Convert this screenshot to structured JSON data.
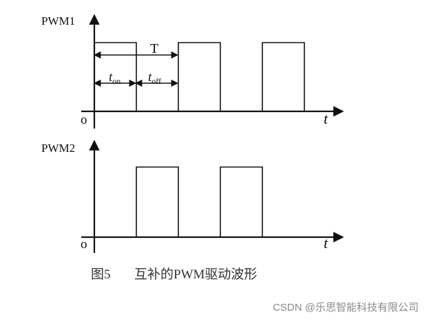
{
  "diagram": {
    "pwm1": {
      "label": "PWM1",
      "origin": "o",
      "axis": "t",
      "high_intervals": [
        [
          0,
          1
        ],
        [
          2,
          3
        ],
        [
          4,
          5
        ]
      ]
    },
    "pwm2": {
      "label": "PWM2",
      "origin": "o",
      "axis": "t",
      "high_intervals": [
        [
          1,
          2
        ],
        [
          3,
          4
        ]
      ]
    },
    "annotations": {
      "period": "T",
      "t_on_main": "t",
      "t_on_sub": "on",
      "t_off_main": "t",
      "t_off_sub": "off"
    },
    "caption": {
      "number": "图5",
      "text": "互补的PWM驱动波形"
    }
  },
  "watermark": "CSDN @乐思智能科技有限公司"
}
